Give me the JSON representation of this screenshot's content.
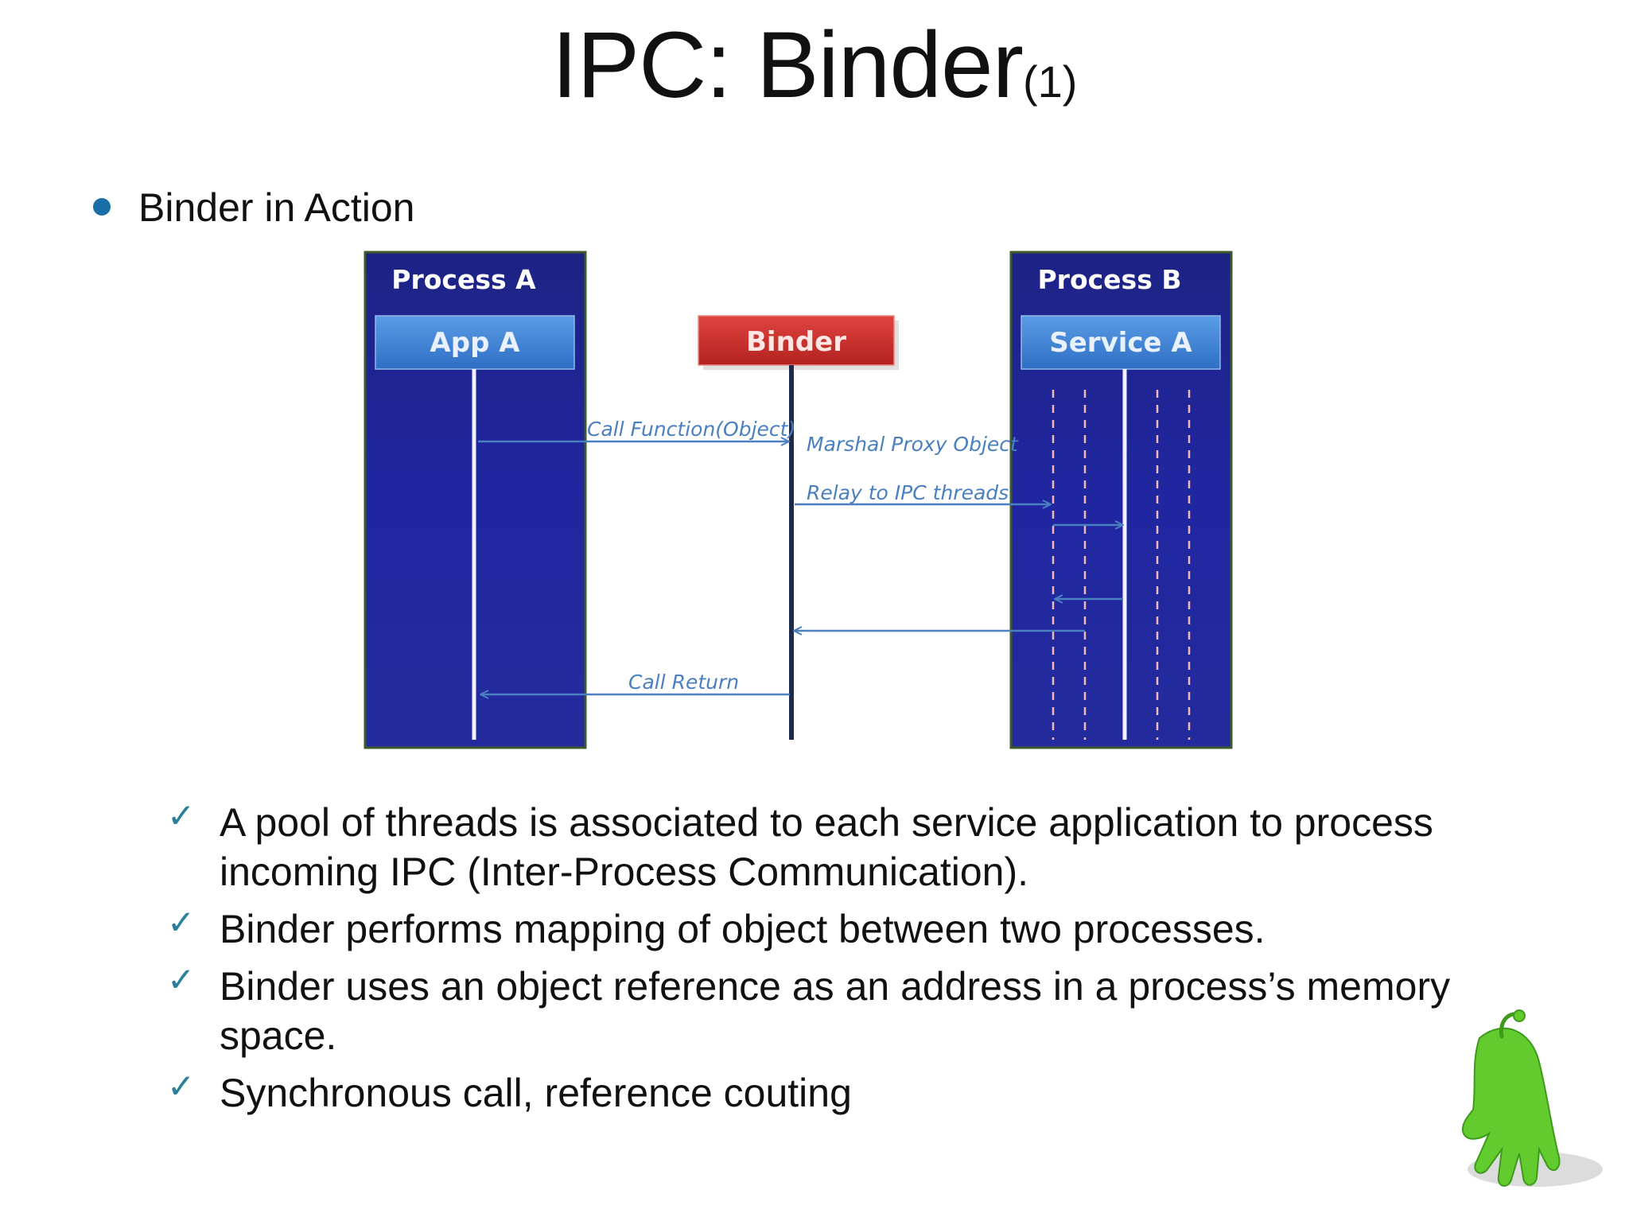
{
  "title": {
    "main": "IPC: Binder",
    "sub": "(1)"
  },
  "bullet": {
    "text": "Binder in Action"
  },
  "diagram": {
    "process_a": {
      "title": "Process A",
      "component": "App A"
    },
    "binder": {
      "label": "Binder"
    },
    "process_b": {
      "title": "Process B",
      "component": "Service A"
    },
    "messages": {
      "call_function": "Call Function(Object)",
      "marshal": "Marshal  Proxy  Object",
      "relay": "Relay to IPC threads",
      "call_return": "Call Return"
    }
  },
  "checklist": [
    "A pool of threads is associated to each service application to process incoming IPC (Inter-Process Communication).",
    "Binder performs mapping of object between two processes.",
    "Binder uses an object reference as an address in a process’s memory space.",
    "Synchronous call, reference couting"
  ],
  "colors": {
    "process_bg": "#1e268f",
    "process_border": "#3c5a2a",
    "component_blue": "#3f86d6",
    "binder_red": "#cc2f2c",
    "arrow": "#4a7fc0",
    "bullet": "#1a6fa8",
    "check": "#2a7f9c",
    "mascot": "#62cc2e"
  },
  "icons": {
    "bullet": "bullet-dot-icon",
    "check": "checkmark-icon",
    "mascot": "android-mascot-icon"
  }
}
